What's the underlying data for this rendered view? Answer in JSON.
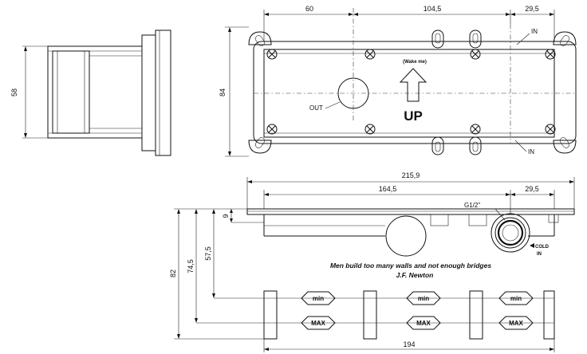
{
  "dimensions": {
    "top_60": "60",
    "top_104_5": "104,5",
    "top_29_5": "29,5",
    "height_84": "84",
    "side_58": "58",
    "front_215_9": "215,9",
    "front_164_5": "164,5",
    "front_29_5": "29,5",
    "front_9": "9",
    "front_57_5": "57,5",
    "front_74_5": "74,5",
    "front_82": "82",
    "bottom_194": "194"
  },
  "labels": {
    "in_top": "IN",
    "in_bottom": "IN",
    "out": "OUT",
    "wake_me": "(Wake me)",
    "up": "UP",
    "thread": "G1/2\"",
    "cold": "COLD",
    "cold_in": "IN"
  },
  "quote": {
    "line1": "Men build too many walls and not enough bridges",
    "line2": "J.F. Newton"
  },
  "badges": {
    "min": "min",
    "max": "MAX"
  }
}
